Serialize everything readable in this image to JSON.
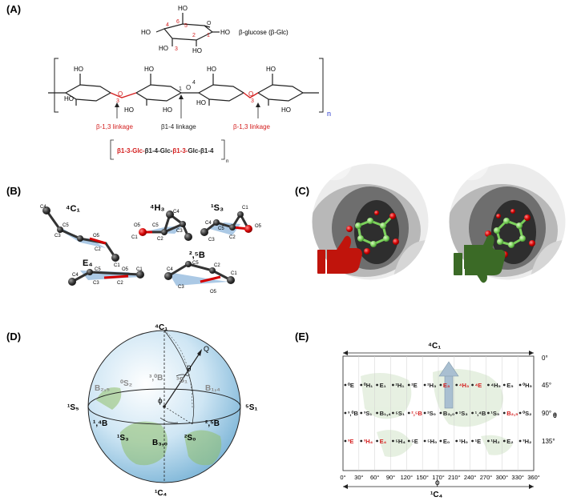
{
  "panels": {
    "A": {
      "label": "(A)",
      "glucose_label": "β-glucose (β-Glc)",
      "carbon_numbers": [
        "1",
        "2",
        "3",
        "4",
        "5",
        "6"
      ],
      "oh": "HO",
      "link_left": "β-1,3 linkage",
      "link_mid": "β1-4 linkage",
      "link_right": "β-1,3 linkage",
      "repeat_n": "n",
      "formula": [
        {
          "text": "β1-3-Glc-",
          "red": true
        },
        {
          "text": "β1-4-Glc-",
          "red": false
        },
        {
          "text": "β1-3-",
          "red": true
        },
        {
          "text": "Glc-β1-4",
          "red": false
        }
      ],
      "formula_n": "n"
    },
    "B": {
      "label": "(B)",
      "conformers": [
        {
          "name": "⁴C₁"
        },
        {
          "name": "⁴H₃"
        },
        {
          "name": "¹S₃"
        },
        {
          "name": "E₄"
        },
        {
          "name": "²,⁵B"
        }
      ],
      "atoms": [
        "C1",
        "C2",
        "C3",
        "C4",
        "C5",
        "O5"
      ]
    },
    "C": {
      "label": "(C)",
      "thumb_down_color": "#c0140c",
      "thumb_up_color": "#3b6a26"
    },
    "D": {
      "label": "(D)",
      "top": "⁴C₁",
      "bottom": "¹C₄",
      "left": "¹S₅",
      "right": "⁵S₁",
      "inner_labels": [
        "B₂,₅",
        "⁰S₂",
        "³,⁰B",
        "³S₁",
        "B₁,₄",
        "¹,⁴B",
        "¹S₃",
        "B₃,₀",
        "²S₀",
        "²,⁵B"
      ],
      "theta": "θ",
      "phi": "ϕ",
      "q": "Q"
    },
    "E": {
      "label": "(E)",
      "top": "⁴C₁",
      "bottom": "¹C₄",
      "phi": "ϕ",
      "theta": "θ",
      "x_ticks": [
        "0°",
        "30°",
        "60°",
        "90°",
        "120°",
        "150°",
        "170°",
        "210°",
        "240°",
        "270°",
        "300°",
        "330°",
        "360°"
      ],
      "y_ticks": [
        "0°",
        "45°",
        "90°",
        "135°"
      ],
      "row45": [
        {
          "t": "⁰E",
          "red": false
        },
        {
          "t": "⁰H₁",
          "red": false
        },
        {
          "t": "E₁",
          "red": false
        },
        {
          "t": "²H₁",
          "red": false
        },
        {
          "t": "²E",
          "red": false
        },
        {
          "t": "²H₃",
          "red": false
        },
        {
          "t": "E₃",
          "red": true
        },
        {
          "t": "⁴H₃",
          "red": true
        },
        {
          "t": "⁴E",
          "red": true
        },
        {
          "t": "⁴H₅",
          "red": false
        },
        {
          "t": "E₅",
          "red": false
        },
        {
          "t": "⁰H₅",
          "red": false
        }
      ],
      "row90": [
        {
          "t": "³,⁰B",
          "red": false
        },
        {
          "t": "³S₁",
          "red": false
        },
        {
          "t": "B₁,₄",
          "red": false
        },
        {
          "t": "⁵S₁",
          "red": false
        },
        {
          "t": "²,⁵B",
          "red": true
        },
        {
          "t": "²S₀",
          "red": false
        },
        {
          "t": "B₃,₀",
          "red": false
        },
        {
          "t": "¹S₃",
          "red": false
        },
        {
          "t": "¹,⁴B",
          "red": false
        },
        {
          "t": "¹S₅",
          "red": false
        },
        {
          "t": "B₂,₅",
          "red": true
        },
        {
          "t": "⁰S₂",
          "red": false
        }
      ],
      "row135": [
        {
          "t": "³E",
          "red": true
        },
        {
          "t": "³H₄",
          "red": true
        },
        {
          "t": "E₄",
          "red": true
        },
        {
          "t": "⁵H₄",
          "red": false
        },
        {
          "t": "⁵E",
          "red": false
        },
        {
          "t": "⁵H₀",
          "red": false
        },
        {
          "t": "E₀",
          "red": false
        },
        {
          "t": "¹H₀",
          "red": false
        },
        {
          "t": "¹E",
          "red": false
        },
        {
          "t": "¹H₂",
          "red": false
        },
        {
          "t": "E₂",
          "red": false
        },
        {
          "t": "³H₂",
          "red": false
        }
      ]
    }
  },
  "colors": {
    "red": "#d42020",
    "blue": "#2233cc",
    "bond_blue": "#9cc0e0"
  }
}
